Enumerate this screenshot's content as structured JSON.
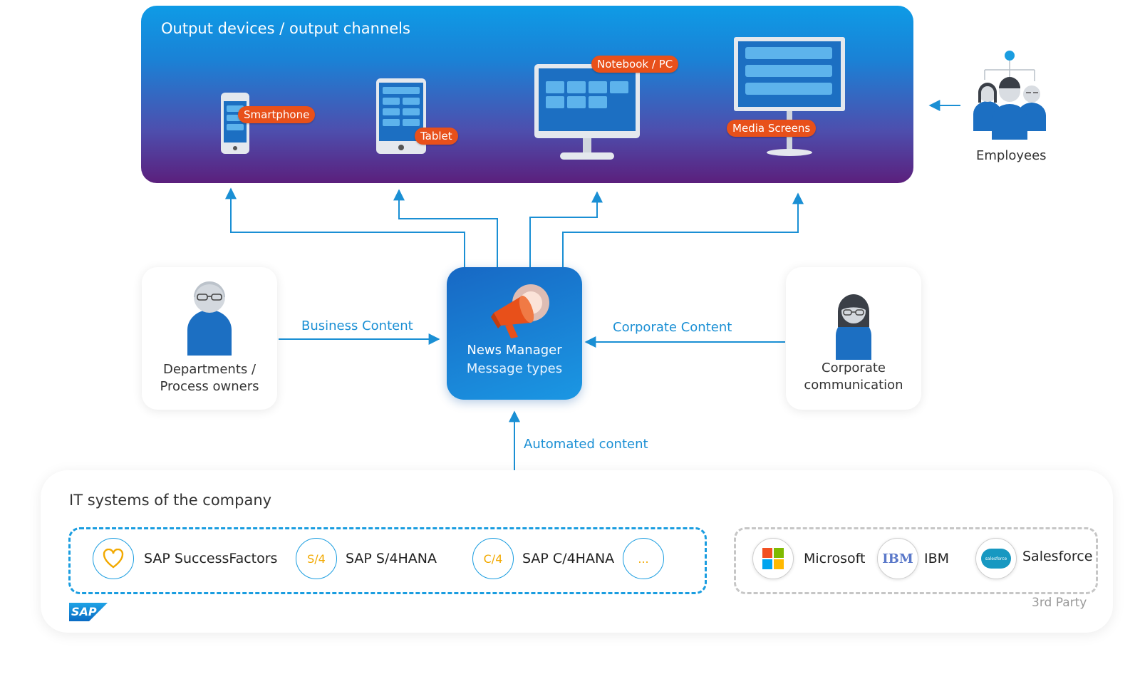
{
  "colors": {
    "flow": "#1a8fd4",
    "tag": "#e8501a",
    "panel_top": "#0e9be6",
    "panel_bottom": "#5b1f7c",
    "sap_border": "#1a9de0"
  },
  "output_panel": {
    "title": "Output devices / output channels",
    "devices": [
      {
        "label": "Smartphone",
        "icon": "smartphone-icon"
      },
      {
        "label": "Tablet",
        "icon": "tablet-icon"
      },
      {
        "label": "Notebook / PC",
        "icon": "monitor-icon"
      },
      {
        "label": "Media Screens",
        "icon": "media-screen-icon"
      }
    ]
  },
  "employees": {
    "label": "Employees",
    "icon": "employees-icon"
  },
  "sources": {
    "departments": {
      "line1": "Departments /",
      "line2": "Process owners",
      "icon": "person-glasses-icon"
    },
    "corporate": {
      "line1": "Corporate",
      "line2": "communication",
      "icon": "person-woman-icon"
    }
  },
  "hub": {
    "title": "News Manager",
    "subtitle": "Message types",
    "icon": "megaphone-icon"
  },
  "flows": {
    "business": "Business Content",
    "corporate": "Corporate Content",
    "automated": "Automated content"
  },
  "it_systems": {
    "title": "IT systems of the company",
    "sap_systems": [
      {
        "label": "SAP SuccessFactors",
        "icon": "heart-icon",
        "glyph": ""
      },
      {
        "label": "SAP S/4HANA",
        "icon": "s4-icon",
        "glyph": "S/4"
      },
      {
        "label": "SAP C/4HANA",
        "icon": "c4-icon",
        "glyph": "C/4"
      },
      {
        "label": "",
        "icon": "more-icon",
        "glyph": "..."
      }
    ],
    "third_party": [
      {
        "label": "Microsoft",
        "icon": "microsoft-icon"
      },
      {
        "label": "IBM",
        "icon": "ibm-icon",
        "glyph": "IBM"
      },
      {
        "label": "Salesforce",
        "icon": "salesforce-icon",
        "glyph": "salesforce"
      }
    ],
    "third_party_label": "3rd Party",
    "sap_logo": "SAP"
  }
}
